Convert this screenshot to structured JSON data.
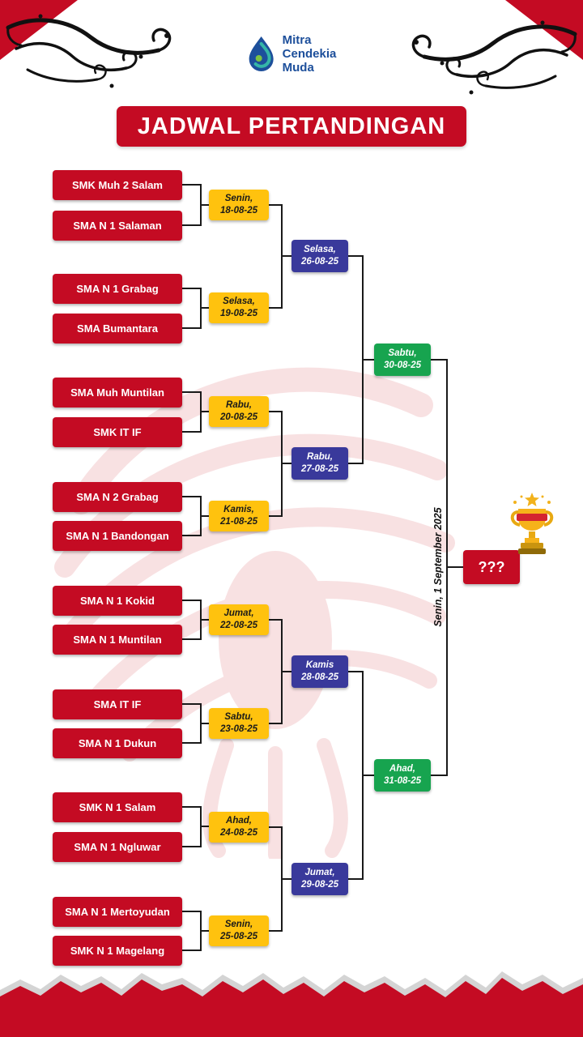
{
  "page": {
    "title": "JADWAL PERTANDINGAN"
  },
  "logo": {
    "name_lines": [
      "Mitra",
      "Cendekia",
      "Muda"
    ],
    "brand_blue": "#1d4f9b",
    "brand_teal": "#35b6a8"
  },
  "colors": {
    "team_red": "#c40b23",
    "round1_yellow": "#ffc20e",
    "quarterfinal_blue": "#39399b",
    "semifinal_green": "#17a44f"
  },
  "bracket": {
    "teams": [
      "SMK Muh 2 Salam",
      "SMA N 1 Salaman",
      "SMA N 1 Grabag",
      "SMA Bumantara",
      "SMA Muh Muntilan",
      "SMK IT IF",
      "SMA N 2 Grabag",
      "SMA N 1 Bandongan",
      "SMA N 1 Kokid",
      "SMA N 1 Muntilan",
      "SMA IT IF",
      "SMA N 1 Dukun",
      "SMK N 1 Salam",
      "SMA N 1 Ngluwar",
      "SMA N 1 Mertoyudan",
      "SMK N 1 Magelang"
    ],
    "round1": [
      {
        "day": "Senin,",
        "date": "18-08-25"
      },
      {
        "day": "Selasa,",
        "date": "19-08-25"
      },
      {
        "day": "Rabu,",
        "date": "20-08-25"
      },
      {
        "day": "Kamis,",
        "date": "21-08-25"
      },
      {
        "day": "Jumat,",
        "date": "22-08-25"
      },
      {
        "day": "Sabtu,",
        "date": "23-08-25"
      },
      {
        "day": "Ahad,",
        "date": "24-08-25"
      },
      {
        "day": "Senin,",
        "date": "25-08-25"
      }
    ],
    "quarterfinals": [
      {
        "day": "Selasa,",
        "date": "26-08-25"
      },
      {
        "day": "Rabu,",
        "date": "27-08-25"
      },
      {
        "day": "Kamis",
        "date": "28-08-25"
      },
      {
        "day": "Jumat,",
        "date": "29-08-25"
      }
    ],
    "semifinals": [
      {
        "day": "Sabtu,",
        "date": "30-08-25"
      },
      {
        "day": "Ahad,",
        "date": "31-08-25"
      }
    ],
    "final": {
      "date_label": "Senin, 1 September 2025",
      "winner_placeholder": "???"
    }
  }
}
